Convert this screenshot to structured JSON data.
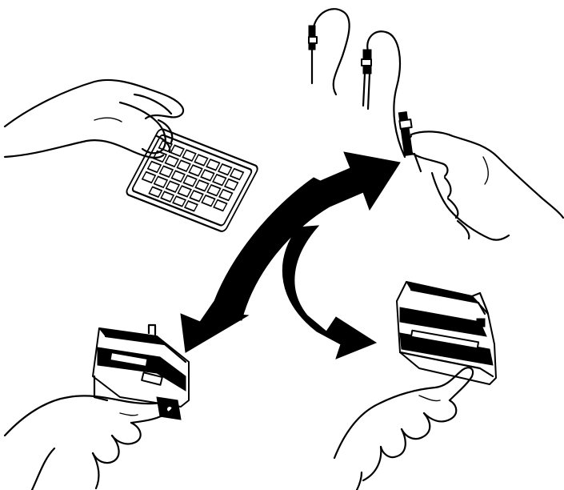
{
  "figure": {
    "code": "",
    "colors": {
      "ink": "#000000",
      "paper": "#ffffff"
    },
    "panels": [
      {
        "id": "keypad-pod",
        "icon": "hand-holding-keypad-pod-icon"
      },
      {
        "id": "flying-leads",
        "icon": "hand-holding-grabber-leads-icon"
      },
      {
        "id": "small-connector",
        "icon": "hand-on-small-connector-icon"
      },
      {
        "id": "large-connector",
        "icon": "hand-on-large-connector-icon"
      }
    ],
    "arrows": [
      {
        "id": "arrow-to-top-right",
        "icon": "curved-arrow-icon"
      },
      {
        "id": "arrow-to-bottom-left",
        "icon": "curved-arrow-icon"
      },
      {
        "id": "arrow-to-bottom-right",
        "icon": "curved-arrow-icon"
      }
    ]
  }
}
